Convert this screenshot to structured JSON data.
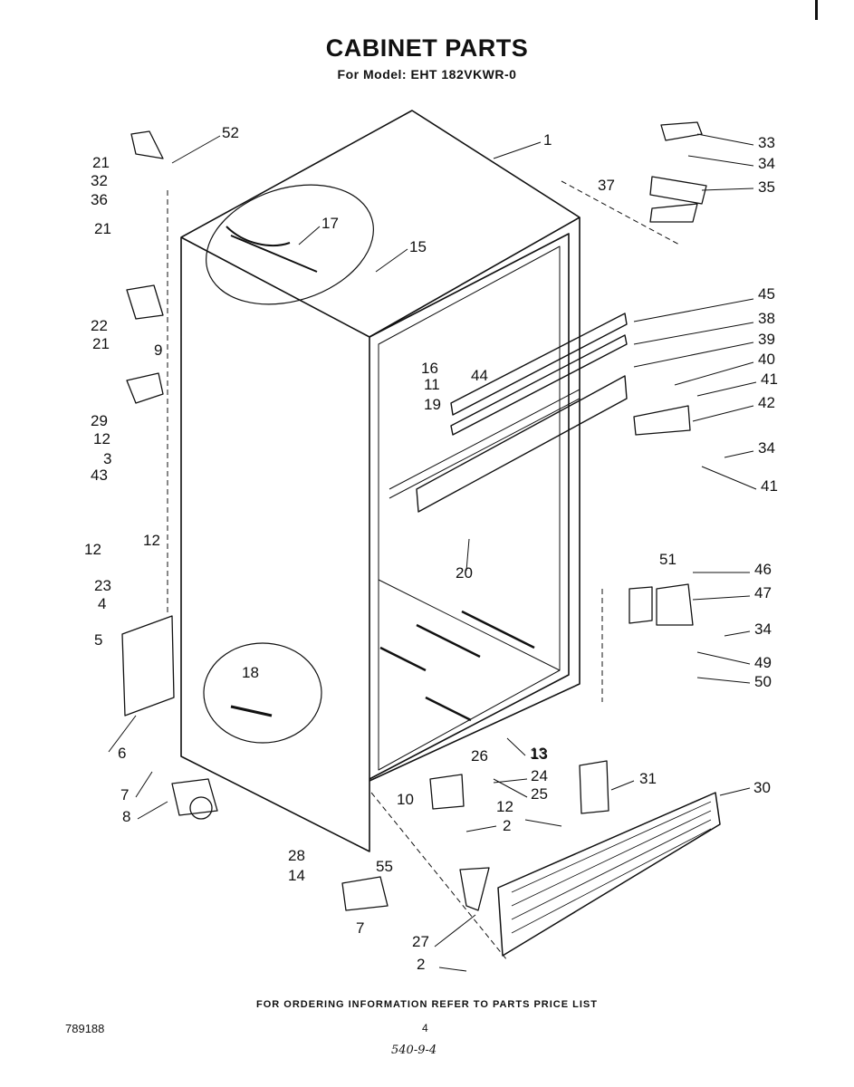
{
  "header": {
    "title": "CABINET PARTS",
    "subtitle": "For Model: EHT 182VKWR-0"
  },
  "callouts": [
    "1",
    "52",
    "21",
    "32",
    "36",
    "17",
    "15",
    "21",
    "22",
    "21",
    "9",
    "29",
    "16",
    "11",
    "44",
    "19",
    "12",
    "3",
    "43",
    "12",
    "12",
    "23",
    "4",
    "5",
    "6",
    "7",
    "8",
    "13",
    "28",
    "14",
    "55",
    "7",
    "10",
    "26",
    "25",
    "24",
    "13",
    "12",
    "2",
    "31",
    "30",
    "27",
    "2",
    "20",
    "33",
    "34",
    "35",
    "37",
    "45",
    "38",
    "39",
    "40",
    "41",
    "42",
    "34",
    "41",
    "51",
    "46",
    "47",
    "34",
    "49",
    "50",
    "18"
  ],
  "footer": {
    "ordering_note": "FOR ORDERING INFORMATION REFER TO PARTS PRICE LIST",
    "doc_number": "789188",
    "page_number": "4",
    "handwritten_note": "540-9-4"
  }
}
